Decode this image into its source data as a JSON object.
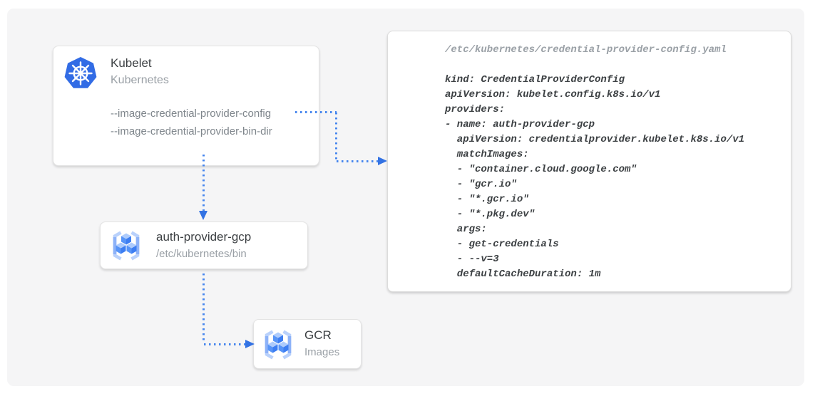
{
  "colors": {
    "canvas_background": "#f5f5f6",
    "card_background": "#ffffff",
    "arrow_blue": "#4686ee",
    "kubernetes_blue": "#326ce5",
    "gcr_icon_blue": "#4285f4",
    "text_primary": "#3c4043",
    "text_secondary": "#9aa0a6"
  },
  "nodes": {
    "kubelet": {
      "title": "Kubelet",
      "subtitle": "Kubernetes",
      "flags": [
        "--image-credential-provider-config",
        "--image-credential-provider-bin-dir"
      ]
    },
    "auth_provider": {
      "title": "auth-provider-gcp",
      "subtitle": "/etc/kubernetes/bin"
    },
    "gcr": {
      "title": "GCR",
      "subtitle": "Images"
    }
  },
  "code_panel": {
    "filename": "/etc/kubernetes/credential-provider-config.yaml",
    "yaml": "kind: CredentialProviderConfig\napiVersion: kubelet.config.k8s.io/v1\nproviders:\n- name: auth-provider-gcp\n  apiVersion: credentialprovider.kubelet.k8s.io/v1\n  matchImages:\n  - \"container.cloud.google.com\"\n  - \"gcr.io\"\n  - \"*.gcr.io\"\n  - \"*.pkg.dev\"\n  args:\n  - get-credentials\n  - --v=3\n  defaultCacheDuration: 1m"
  }
}
